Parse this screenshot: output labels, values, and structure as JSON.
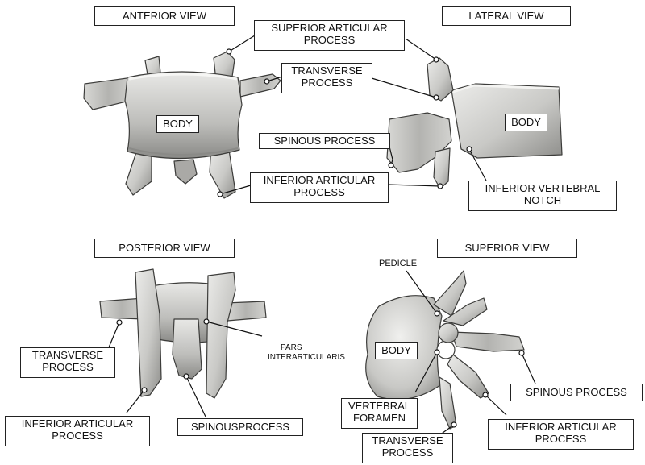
{
  "views": {
    "anterior": {
      "title": "ANTERIOR VIEW",
      "body": "BODY",
      "superior_articular_1": "SUPERIOR ARTICULAR",
      "superior_articular_2": "PROCESS",
      "transverse_1": "TRANSVERSE",
      "transverse_2": "PROCESS"
    },
    "lateral": {
      "title": "LATERAL VIEW",
      "body": "BODY",
      "spinous": "SPINOUS PROCESS",
      "inferior_articular_1": "INFERIOR ARTICULAR",
      "inferior_articular_2": "PROCESS",
      "inferior_notch_1": "INFERIOR VERTEBRAL",
      "inferior_notch_2": "NOTCH"
    },
    "posterior": {
      "title": "POSTERIOR VIEW",
      "pars_1": "PARS",
      "pars_2": "INTERARTICULARIS",
      "transverse_1": "TRANSVERSE",
      "transverse_2": "PROCESS",
      "inferior_articular_1": "INFERIOR ARTICULAR",
      "inferior_articular_2": "PROCESS",
      "spinous": "SPINOUSPROCESS"
    },
    "superior": {
      "title": "SUPERIOR VIEW",
      "pedicle": "PEDICLE",
      "body": "BODY",
      "vertebral_foramen_1": "VERTEBRAL",
      "vertebral_foramen_2": "FORAMEN",
      "transverse_1": "TRANSVERSE",
      "transverse_2": "PROCESS",
      "inferior_articular_1": "INFERIOR ARTICULAR",
      "inferior_articular_2": "PROCESS",
      "spinous": "SPINOUS PROCESS"
    }
  },
  "colors": {
    "bone_light": "#e4e4e2",
    "bone_mid": "#b7b7b4",
    "bone_dark": "#7c7c79",
    "outline": "#3c3c3a",
    "leader": "#111111"
  }
}
